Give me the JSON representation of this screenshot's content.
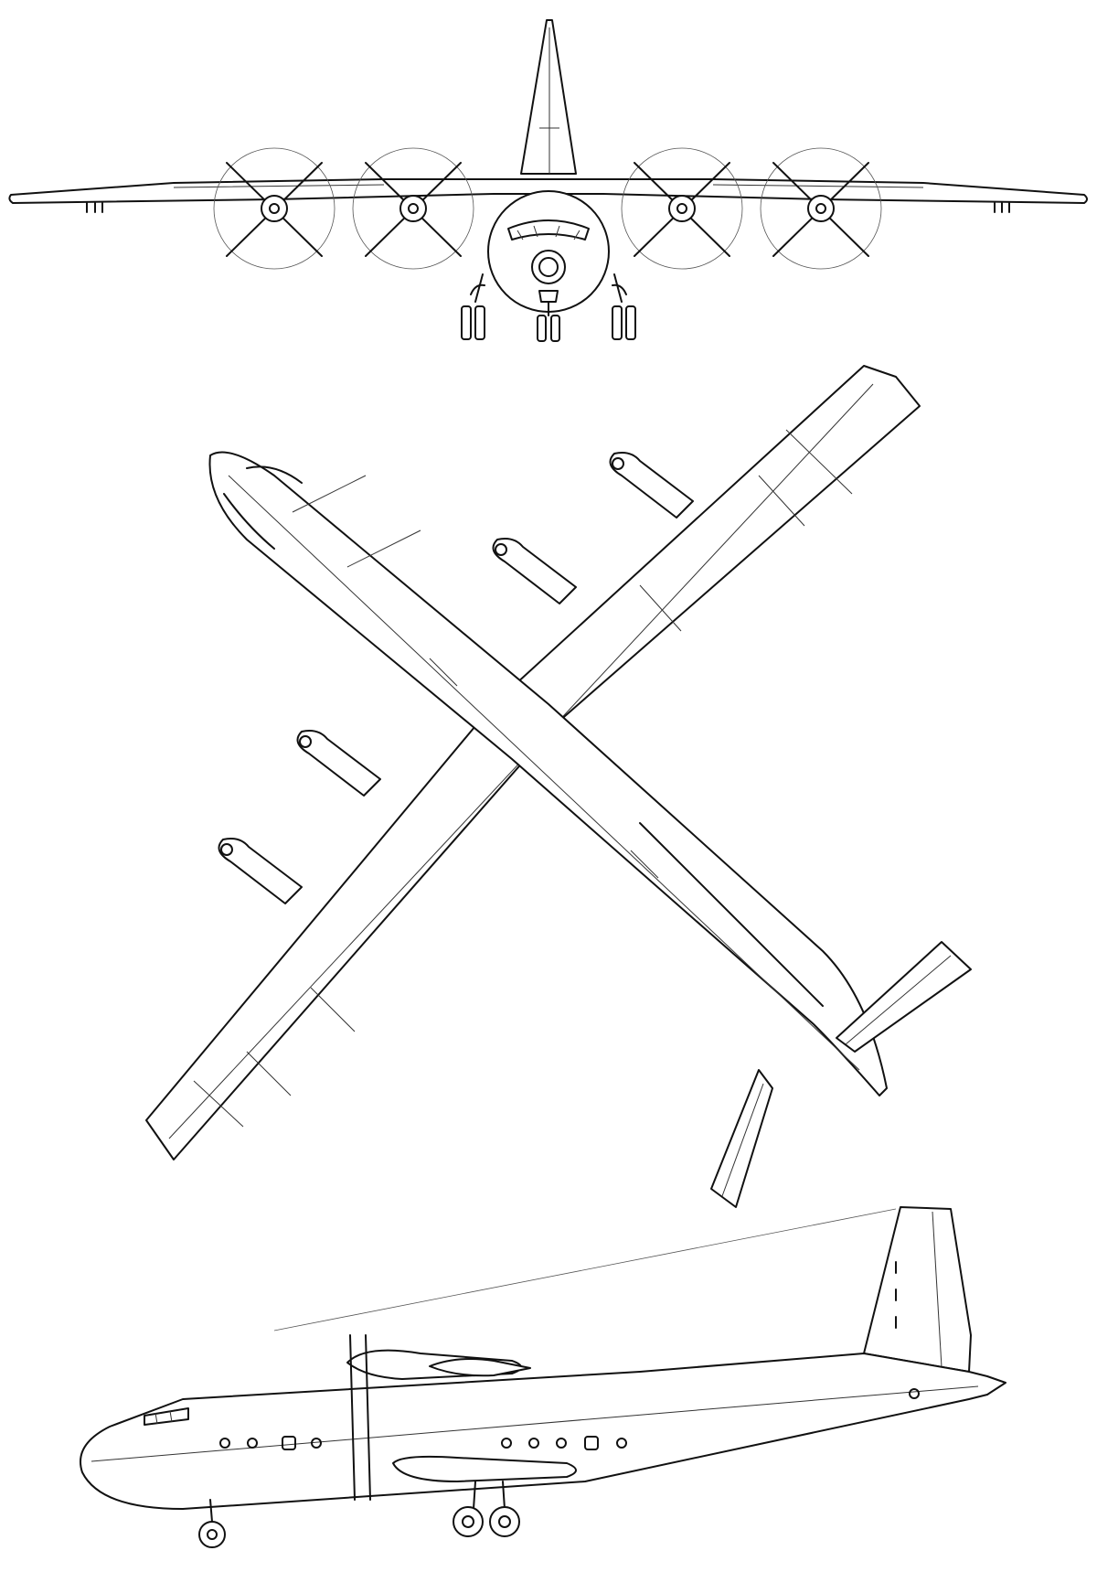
{
  "drawing": {
    "subject": "",
    "views": [
      "front",
      "top",
      "side"
    ],
    "line_color": "#111111",
    "background": "#ffffff"
  },
  "front_view": {
    "propellers": 4,
    "blades_per_propeller": 4
  },
  "top_view": {
    "engines": 4
  },
  "side_view": {
    "windows": 10
  }
}
